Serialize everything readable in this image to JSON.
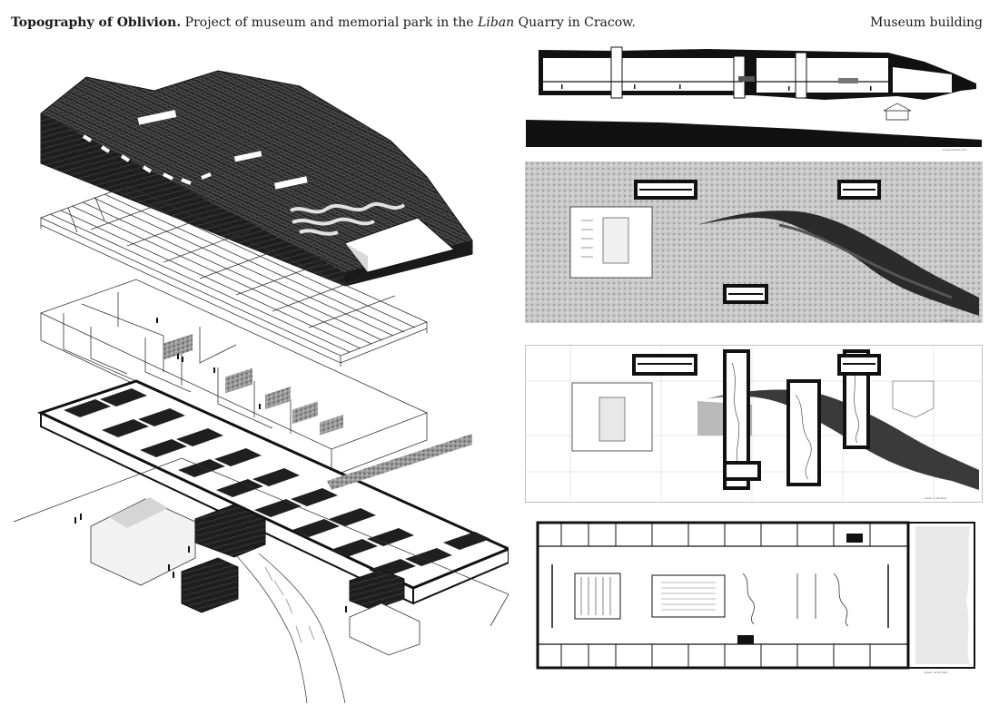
{
  "header": {
    "title_bold": "Topography of Oblivion.",
    "title_pre": "Project of museum and memorial park in the",
    "title_italic": "Liban",
    "title_post": "Quarry in Cracow.",
    "section": "Museum building"
  },
  "colors": {
    "ink": "#1a1a1a",
    "terrain_dark": "#2b2b2b",
    "terrain_mid": "#8a8a8a",
    "paper": "#ffffff",
    "photo_grey": "#bdbdbd"
  },
  "drawings": [
    {
      "id": "exploded-axonometric"
    },
    {
      "id": "longitudinal-section"
    },
    {
      "id": "site-plan"
    },
    {
      "id": "lower-level-plan"
    },
    {
      "id": "museum-floor-plan"
    }
  ]
}
